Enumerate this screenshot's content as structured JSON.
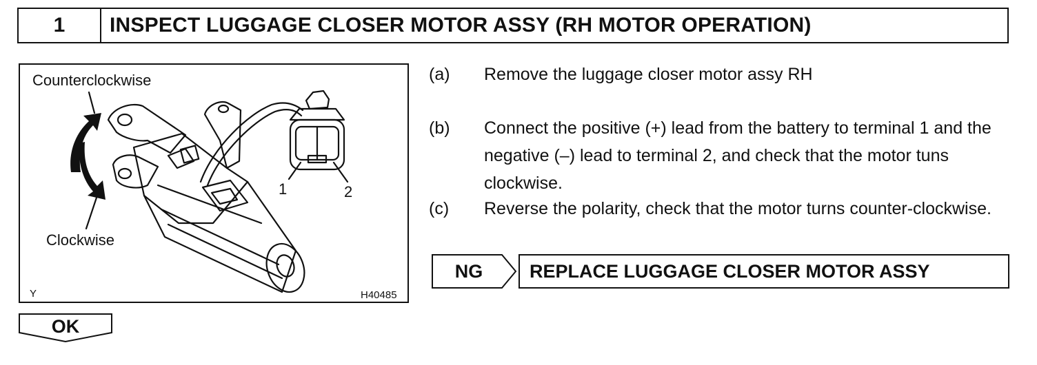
{
  "header": {
    "step_number": "1",
    "title": "INSPECT LUGGAGE CLOSER MOTOR ASSY (RH MOTOR OPERATION)"
  },
  "figure": {
    "label_counterclockwise": "Counterclockwise",
    "label_clockwise": "Clockwise",
    "terminal_1": "1",
    "terminal_2": "2",
    "corner_code": "Y",
    "figure_id": "H40485"
  },
  "steps": [
    {
      "key": "(a)",
      "text": "Remove the luggage closer motor assy RH"
    },
    {
      "key": "(b)",
      "text": "Connect the positive (+) lead from the battery to terminal 1 and the negative (–) lead to terminal 2, and check that the motor tuns clockwise."
    },
    {
      "key": "(c)",
      "text": "Reverse the polarity, check that the motor turns counter-clockwise."
    }
  ],
  "result_ng": {
    "label": "NG",
    "action": "REPLACE LUGGAGE CLOSER MOTOR ASSY"
  },
  "result_ok": {
    "label": "OK"
  }
}
